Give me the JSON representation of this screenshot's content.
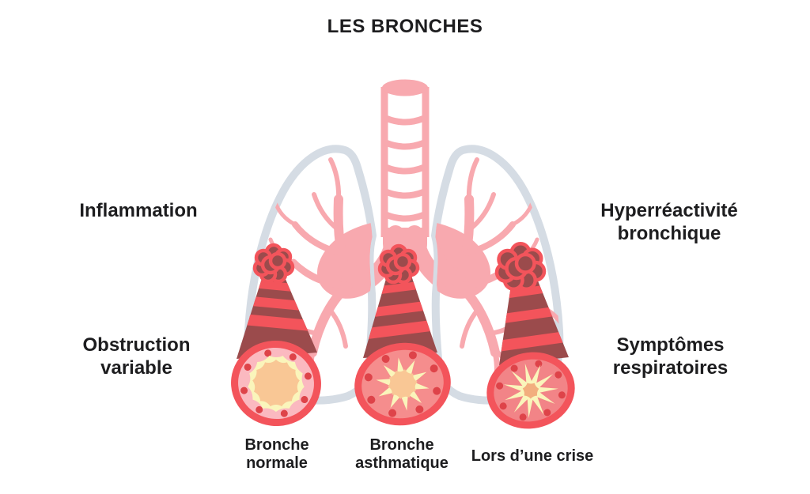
{
  "title": "LES BRONCHES",
  "annotations": {
    "inflammation": "Inflammation",
    "hyperreactivite": "Hyperréactivité bronchique",
    "obstruction": "Obstruction variable",
    "symptomes": "Symptômes respiratoires"
  },
  "cross_sections": [
    {
      "label": "Bronche normale"
    },
    {
      "label": "Bronche asthmatique"
    },
    {
      "label": "Lors d’une crise"
    }
  ],
  "palette": {
    "background": "#FFFFFF",
    "text": "#1D1D1F",
    "pink": "#F8A9AF",
    "lung_outline": "#D5DCE4",
    "tube_maroon": "#9B4B4C",
    "ring_red": "#F3545B",
    "normal_inner": "#FBB9C0",
    "asthma_inner": "#F58D8D",
    "crisis_inner": "#F28487",
    "mucosa_yellow": "#FAF5BB",
    "lumen_peach": "#F9C795",
    "lumen_orange": "#F2AE7E",
    "dot_red": "#DE4349"
  }
}
